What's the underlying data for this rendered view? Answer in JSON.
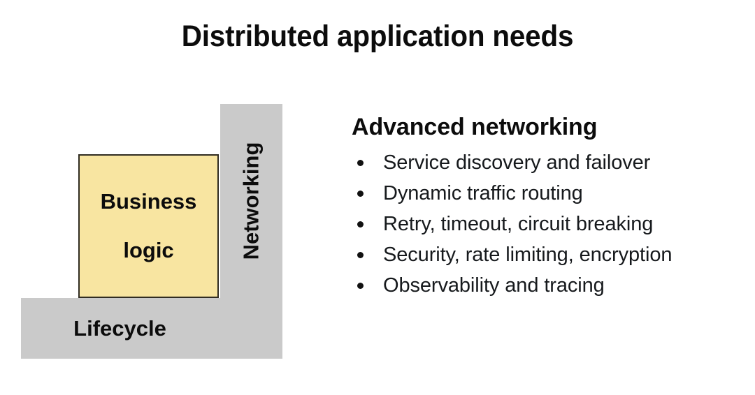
{
  "slide": {
    "title": "Distributed application needs",
    "background_color": "#ffffff"
  },
  "diagram": {
    "name": "distributed-application-layers",
    "gray_color": "#cacaca",
    "box_fill_color": "#f8e5a1",
    "box_border_color": "#302c22",
    "text_color": "#0c0c0c",
    "vertical_bar_label": "Networking",
    "horizontal_bar_label": "Lifecycle",
    "center_box": {
      "line1": "Business",
      "line2": "logic"
    }
  },
  "content": {
    "heading": "Advanced networking",
    "bullets": [
      "Service discovery and failover",
      "Dynamic traffic routing",
      "Retry, timeout, circuit breaking",
      "Security, rate limiting, encryption",
      "Observability and tracing"
    ]
  }
}
